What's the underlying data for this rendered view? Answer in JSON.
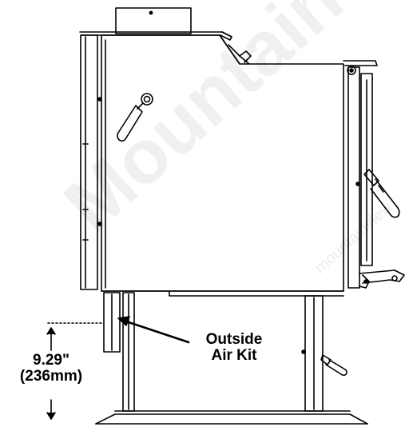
{
  "watermark": {
    "brand": "Mountain View",
    "sub": "mountainview"
  },
  "callouts": {
    "air_kit_line1": "Outside",
    "air_kit_line2": "Air Kit"
  },
  "dimension": {
    "imperial": "9.29\"",
    "metric": "(236mm)"
  }
}
